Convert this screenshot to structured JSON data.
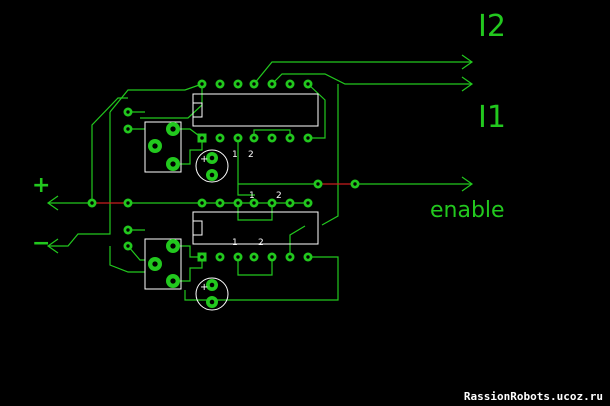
{
  "labels": {
    "out_i2": "I2",
    "out_i1": "I1",
    "out_enable": "enable",
    "power_plus": "+",
    "power_minus": "−"
  },
  "pin_labels": {
    "top_1": "1",
    "top_2": "2",
    "mid_1": "1",
    "mid_2": "2",
    "bot_1": "1",
    "bot_2": "2"
  },
  "polarity": {
    "cap_top_plus": "+",
    "cap_bot_plus": "+"
  },
  "watermark": "RassionRobots.ucoz.ru",
  "colors": {
    "background": "#000000",
    "trace": "#22c81e",
    "silkscreen": "#ffffff",
    "jumper": "#c81e1e"
  }
}
